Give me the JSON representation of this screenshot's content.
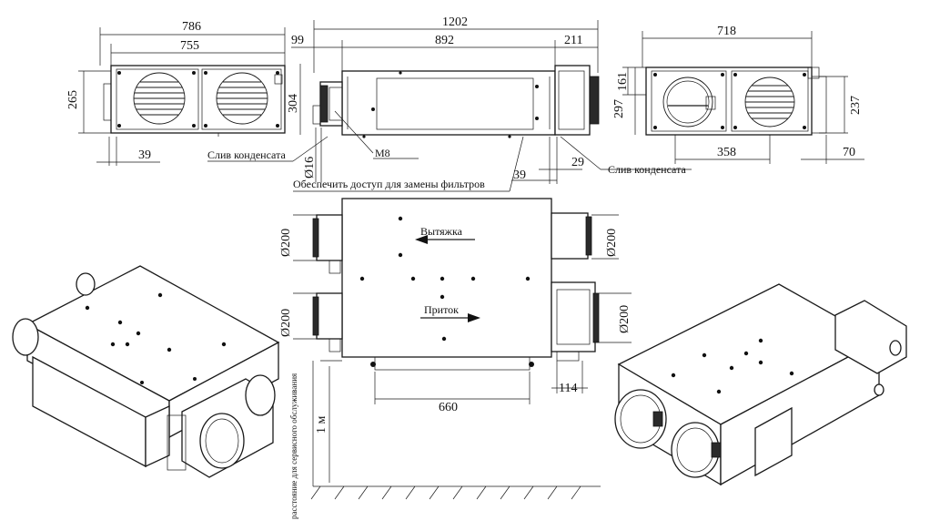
{
  "dimensions": {
    "top_left": {
      "overall_width": "786",
      "inner_width": "755",
      "height": "265",
      "bottom_offset": "39"
    },
    "top_middle": {
      "overall_length": "1202",
      "left_stub": "99",
      "body_length": "892",
      "right_box": "211",
      "height": "304",
      "pipe_dia": "Ø16",
      "bottom_right": "29",
      "offset": "39"
    },
    "top_right": {
      "overall_width": "718",
      "height_inner": "161",
      "height_left": "297",
      "height_right": "237",
      "spacing": "358",
      "bottom_right": "70"
    },
    "plan": {
      "dia_left_top": "Ø200",
      "dia_left_bottom": "Ø200",
      "dia_right_top": "Ø200",
      "dia_right_bottom": "Ø200",
      "bottom_width": "660",
      "right_box": "114"
    },
    "service": {
      "clearance": "1 м"
    }
  },
  "labels": {
    "drain_left": "Слив конденсата",
    "drain_right": "Слив конденсата",
    "bolt": "M8",
    "filter_access": "Обеспечить доступ для замены фильтров",
    "exhaust": "Вытяжка",
    "supply": "Приток",
    "service_area": "расстояние для сервисного обслуживания"
  }
}
